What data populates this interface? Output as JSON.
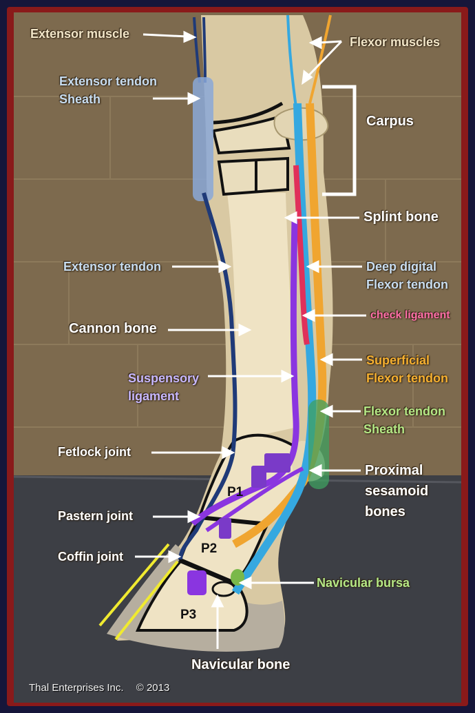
{
  "labels": {
    "extensor_muscle": "Extensor muscle",
    "extensor_sheath": [
      "Extensor tendon",
      "Sheath"
    ],
    "flexor_muscles": "Flexor muscles",
    "carpus": "Carpus",
    "splint_bone": "Splint bone",
    "extensor_tendon": "Extensor tendon",
    "deep_digital": [
      "Deep digital",
      "Flexor tendon"
    ],
    "check_ligament": "check ligament",
    "cannon_bone": "Cannon bone",
    "superficial": [
      "Superficial",
      "Flexor tendon"
    ],
    "suspensory": [
      "Suspensory",
      "ligament"
    ],
    "flexor_sheath": [
      "Flexor tendon",
      "Sheath"
    ],
    "fetlock_joint": "Fetlock joint",
    "proximal_sesamoid": [
      "Proximal",
      "sesamoid",
      "bones"
    ],
    "pastern_joint": "Pastern joint",
    "coffin_joint": "Coffin joint",
    "navicular_bursa": "Navicular bursa",
    "navicular_bone": "Navicular bone"
  },
  "bone_labels": {
    "p1": "P1",
    "p2": "P2",
    "p3": "P3"
  },
  "credit": {
    "company": "Thal Enterprises Inc.",
    "copyright": "© 2013"
  },
  "colors": {
    "extensor": "#1f3a78",
    "extensor_sheath": "#8aa8d8",
    "deep_flexor": "#35a8e0",
    "superficial_flexor": "#f0a530",
    "check_ligament": "#e0305a",
    "suspensory": "#8a35e0",
    "flexor_sheath": "#3fa060",
    "navicular_bursa": "#7ab84a",
    "hoof_wall": "#f0ea30"
  }
}
